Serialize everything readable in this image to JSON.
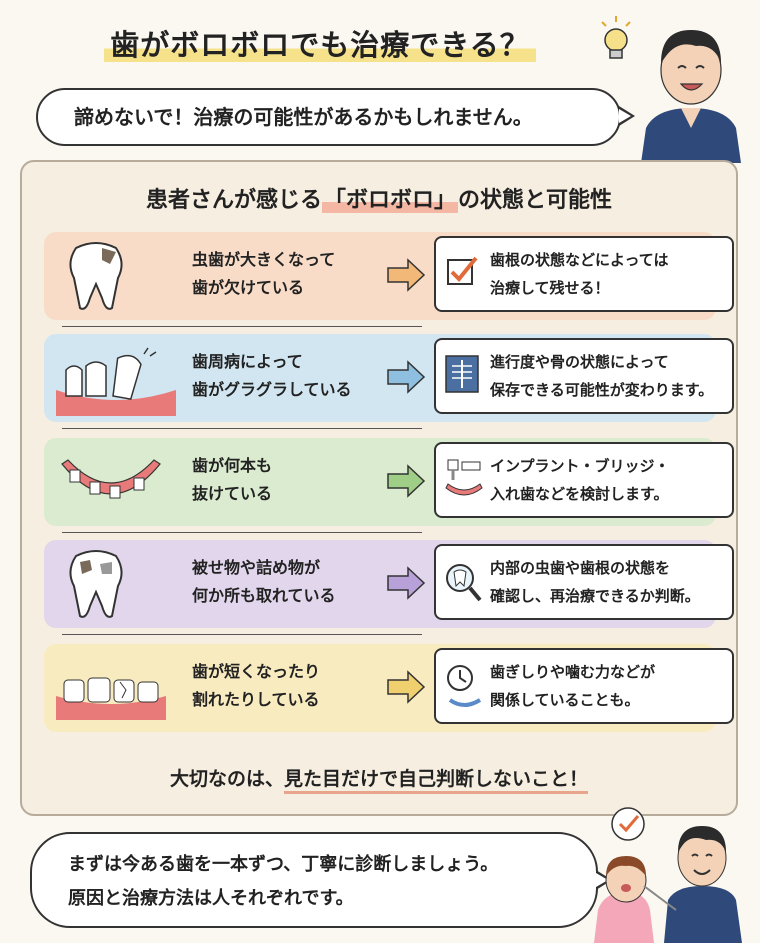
{
  "title": "歯がボロボロでも治療できる？",
  "intro": "諦めないで！治療の可能性があるかもしれません。",
  "panel": {
    "title_prefix": "患者さんが感じる",
    "title_highlight": "「ボロボロ」",
    "title_suffix": "の状態と可能性",
    "rows": [
      {
        "cond1": "虫歯が大きくなって",
        "cond2": "歯が欠けている",
        "res1": "歯根の状態などによっては",
        "res2": "治療して残せる！",
        "color": "#f8dcc8",
        "icon": "check-icon",
        "art": "chipped-tooth-icon"
      },
      {
        "cond1": "歯周病によって",
        "cond2": "歯がグラグラしている",
        "res1": "進行度や骨の状態によって",
        "res2": "保存できる可能性が変わります。",
        "color": "#d2e6f1",
        "icon": "xray-icon",
        "art": "loose-teeth-icon"
      },
      {
        "cond1": "歯が何本も",
        "cond2": "抜けている",
        "res1": "インプラント・ブリッジ・",
        "res2": "入れ歯などを検討します。",
        "color": "#dbebcf",
        "icon": "implant-icon",
        "art": "missing-teeth-icon"
      },
      {
        "cond1": "被せ物や詰め物が",
        "cond2": "何か所も取れている",
        "res1": "内部の虫歯や歯根の状態を",
        "res2": "確認し、再治療できるか判断。",
        "color": "#e1d6ec",
        "icon": "magnifier-tooth-icon",
        "art": "filling-tooth-icon"
      },
      {
        "cond1": "歯が短くなったり",
        "cond2": "割れたりしている",
        "res1": "歯ぎしりや噛む力などが",
        "res2": "関係していることも。",
        "color": "#f9ebc0",
        "icon": "clock-mouthguard-icon",
        "art": "worn-teeth-icon"
      }
    ],
    "note_prefix": "大切なのは、",
    "note_underline": "見た目だけで自己判断しないこと！"
  },
  "closing": {
    "line1": "まずは今ある歯を一本ずつ、丁寧に診断しましょう。",
    "line2": "原因と治療方法は人それぞれです。"
  },
  "colors": {
    "arrow": "#e7a35d",
    "arrow_blue": "#6ea6cf",
    "arrow_green": "#86b86a",
    "arrow_purple": "#a38ac4",
    "arrow_yellow": "#e9c25a"
  }
}
